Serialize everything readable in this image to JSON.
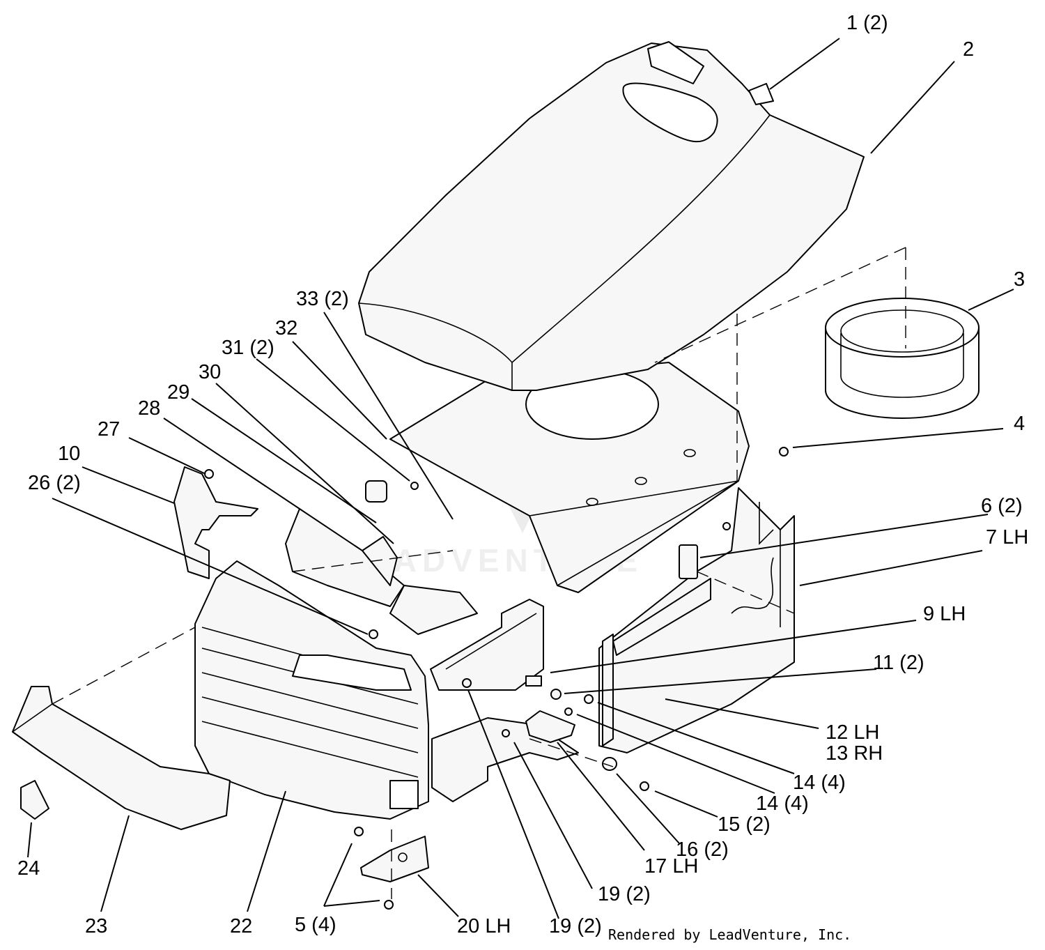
{
  "callouts": [
    {
      "id": "c1",
      "text": "1 (2)"
    },
    {
      "id": "c2",
      "text": "2"
    },
    {
      "id": "c3",
      "text": "3"
    },
    {
      "id": "c4",
      "text": "4"
    },
    {
      "id": "c6",
      "text": "6 (2)"
    },
    {
      "id": "c7",
      "text": "7 LH"
    },
    {
      "id": "c9",
      "text": "9 LH"
    },
    {
      "id": "c11",
      "text": "11 (2)"
    },
    {
      "id": "c12",
      "text": "12 LH"
    },
    {
      "id": "c13",
      "text": "13 RH"
    },
    {
      "id": "c14a",
      "text": "14 (4)"
    },
    {
      "id": "c14b",
      "text": "14 (4)"
    },
    {
      "id": "c15",
      "text": "15 (2)"
    },
    {
      "id": "c16",
      "text": "16 (2)"
    },
    {
      "id": "c17",
      "text": "17 LH"
    },
    {
      "id": "c19a",
      "text": "19 (2)"
    },
    {
      "id": "c19b",
      "text": "19 (2)"
    },
    {
      "id": "c20",
      "text": "20 LH"
    },
    {
      "id": "c5",
      "text": "5 (4)"
    },
    {
      "id": "c22",
      "text": "22"
    },
    {
      "id": "c23",
      "text": "23"
    },
    {
      "id": "c24",
      "text": "24"
    },
    {
      "id": "c26",
      "text": "26 (2)"
    },
    {
      "id": "c10",
      "text": "10"
    },
    {
      "id": "c27",
      "text": "27"
    },
    {
      "id": "c28",
      "text": "28"
    },
    {
      "id": "c29",
      "text": "29"
    },
    {
      "id": "c30",
      "text": "30"
    },
    {
      "id": "c31",
      "text": "31 (2)"
    },
    {
      "id": "c32",
      "text": "32"
    },
    {
      "id": "c33",
      "text": "33 (2)"
    }
  ],
  "watermark": {
    "text": "LEADVENTURE"
  },
  "credit": {
    "text": "Rendered by LeadVenture, Inc."
  }
}
